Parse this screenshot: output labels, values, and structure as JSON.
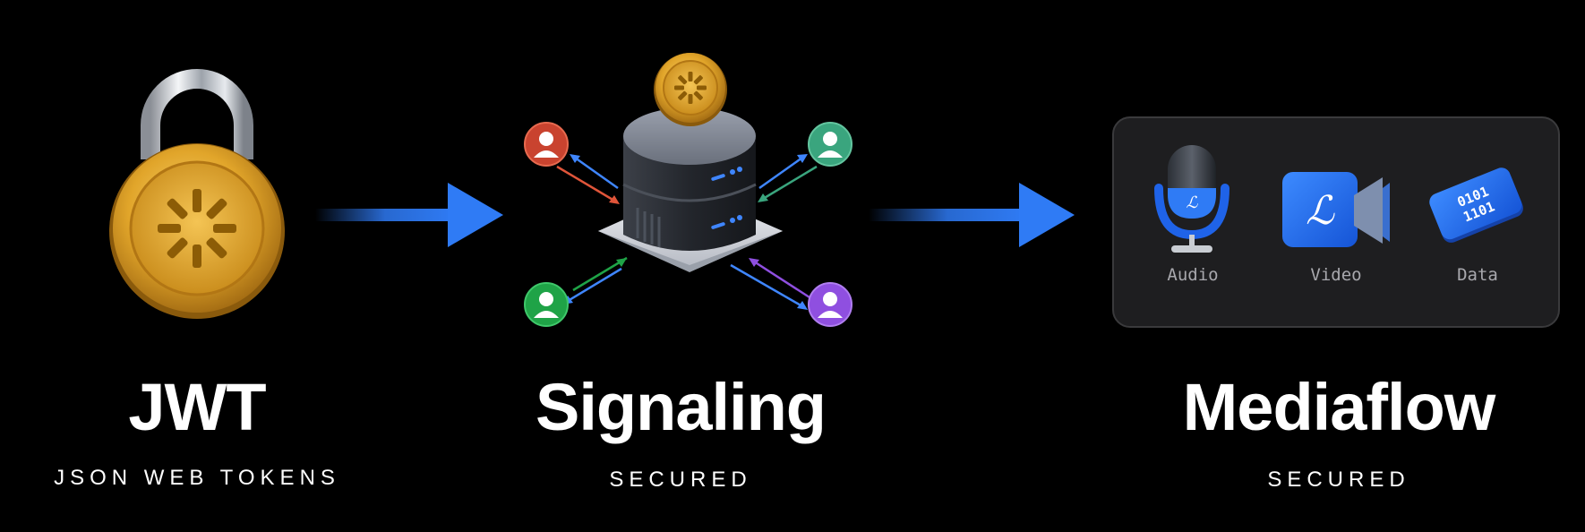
{
  "jwt": {
    "title": "JWT",
    "subtitle": "JSON WEB TOKENS",
    "icon": "padlock-icon"
  },
  "signaling": {
    "title": "Signaling",
    "subtitle": "SECURED",
    "icon": "server-icon",
    "users": [
      "user-red",
      "user-teal",
      "user-green",
      "user-purple"
    ]
  },
  "mediaflow": {
    "title": "Mediaflow",
    "subtitle": "SECURED",
    "items": [
      {
        "label": "Audio",
        "icon": "microphone-icon"
      },
      {
        "label": "Video",
        "icon": "video-camera-icon"
      },
      {
        "label": "Data",
        "icon": "binary-data-icon"
      }
    ],
    "data_icon_text": [
      "0101",
      "1101"
    ]
  },
  "colors": {
    "background": "#000000",
    "arrow_blue": "#2f7bf5",
    "gold": "#e8a92a",
    "user_red": "#c9432f",
    "user_teal": "#3aa57e",
    "user_green": "#1fa347",
    "user_purple": "#8f4fe0"
  }
}
